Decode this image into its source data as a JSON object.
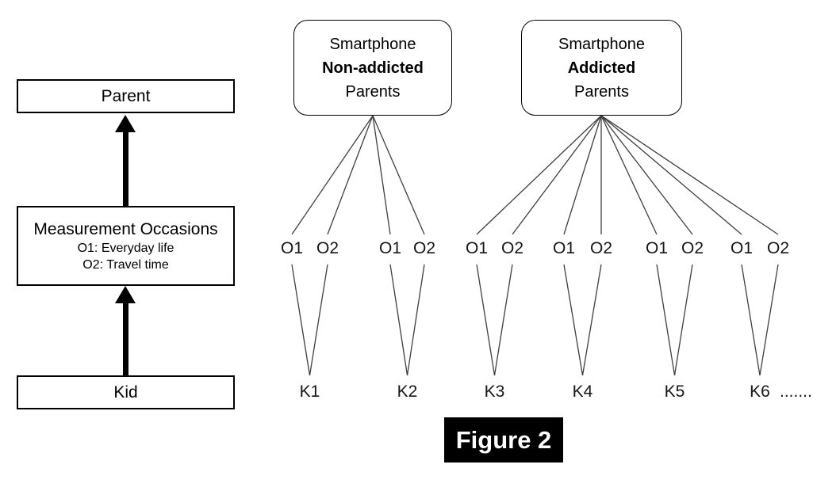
{
  "figure_label": "Figure 2",
  "left_panel": {
    "parent_box_label": "Parent",
    "measurement_box_title": "Measurement Occasions",
    "measurement_box_line1": "O1: Everyday life",
    "measurement_box_line2": "O2: Travel time",
    "kid_box_label": "Kid"
  },
  "groups": [
    {
      "title_line1": "Smartphone",
      "title_line2": "Non-addicted",
      "title_line3": "Parents",
      "kids": [
        {
          "label": "K1",
          "suffix": "",
          "occasions": [
            "O1",
            "O2"
          ]
        },
        {
          "label": "K2",
          "suffix": "",
          "occasions": [
            "O1",
            "O2"
          ]
        }
      ]
    },
    {
      "title_line1": "Smartphone",
      "title_line2": "Addicted",
      "title_line3": "Parents",
      "kids": [
        {
          "label": "K3",
          "suffix": "",
          "occasions": [
            "O1",
            "O2"
          ]
        },
        {
          "label": "K4",
          "suffix": "",
          "occasions": [
            "O1",
            "O2"
          ]
        },
        {
          "label": "K5",
          "suffix": "",
          "occasions": [
            "O1",
            "O2"
          ]
        },
        {
          "label": "K6",
          "suffix": ".......",
          "occasions": [
            "O1",
            "O2"
          ]
        }
      ]
    }
  ],
  "colors": {
    "line": "#3f3f3f",
    "box_border": "#000000",
    "arrow": "#000000",
    "figure_label_bg": "#000000",
    "figure_label_fg": "#ffffff",
    "background": "#ffffff"
  }
}
